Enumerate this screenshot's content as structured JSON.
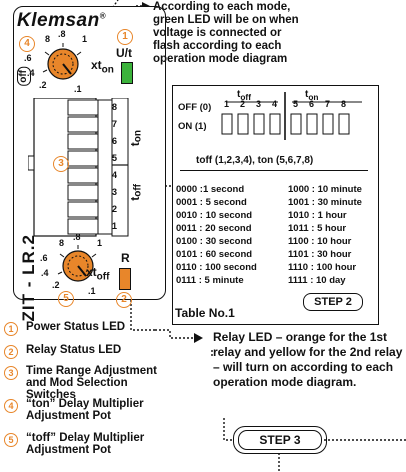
{
  "device": {
    "brand": "Klemsan",
    "trademark": "®",
    "model": "ZIT - LR.2",
    "top_knob": {
      "scale": [
        "8",
        "1",
        ".8",
        ".6",
        ".4",
        ".2",
        ".1"
      ],
      "label": "xt",
      "sub": "on",
      "num": "4"
    },
    "bottom_knob": {
      "scale": [
        "8",
        "1",
        ".8",
        ".6",
        ".4",
        ".2",
        ".1"
      ],
      "label": "xt",
      "sub": "off",
      "num": "5"
    },
    "off_label": "off",
    "on_label": "on",
    "power_led_label": "U/t",
    "power_led_num": "1",
    "relay_led_label": "R",
    "relay_led_num": "2",
    "dip_num": "3",
    "dip_numbers": [
      "8",
      "7",
      "6",
      "5",
      "4",
      "3",
      "2",
      "1"
    ],
    "t_on": "t",
    "t_on_sub": "on",
    "t_off": "t",
    "t_off_sub": "off"
  },
  "power_callout": "According to each mode, green LED will be on when voltage is connected or flash according to each operation mode diagram",
  "relay_callout": "Relay LED – orange for the 1st relay and yellow for the 2nd relay – will turn on according to each operation mode diagram.",
  "legend": [
    {
      "num": "1",
      "text": "Power Status LED"
    },
    {
      "num": "2",
      "text": "Relay Status LED"
    },
    {
      "num": "3",
      "text": "Time Range Adjustment and Mod Selection Switches"
    },
    {
      "num": "4",
      "text": "“ton” Delay Multiplier Adjustment Pot"
    },
    {
      "num": "5",
      "text": "“toff” Delay Multiplier Adjustment Pot"
    }
  ],
  "table": {
    "toff_head": "t",
    "toff_sub": "off",
    "ton_head": "t",
    "ton_sub": "on",
    "off_row": "OFF (0)",
    "on_row": "ON (1)",
    "switch_numbers": [
      "1",
      "2",
      "3",
      "4",
      "5",
      "6",
      "7",
      "8"
    ],
    "switch_groups": "toff (1,2,3,4), ton (5,6,7,8)",
    "codes_left": [
      {
        "code": "0000",
        "value": ":1 second"
      },
      {
        "code": "0001",
        "value": ": 5 second"
      },
      {
        "code": "0010",
        "value": ": 10 second"
      },
      {
        "code": "0011",
        "value": ": 20 second"
      },
      {
        "code": "0100",
        "value": ": 30 second"
      },
      {
        "code": "0101",
        "value": ": 60 second"
      },
      {
        "code": "0110",
        "value": ": 100 second"
      },
      {
        "code": "0111",
        "value": ": 5 minute"
      }
    ],
    "codes_right": [
      {
        "code": "1000",
        "value": ": 10 minute"
      },
      {
        "code": "1001",
        "value": ": 30 minute"
      },
      {
        "code": "1010",
        "value": ": 1 hour"
      },
      {
        "code": "1011",
        "value": ": 5 hour"
      },
      {
        "code": "1100",
        "value": ": 10 hour"
      },
      {
        "code": "1101",
        "value": ": 30 hour"
      },
      {
        "code": "1110",
        "value": ": 100 hour"
      },
      {
        "code": "1111",
        "value": ": 10 day"
      }
    ],
    "step2": "STEP 2",
    "caption": "Table No.1"
  },
  "step3": "STEP 3",
  "colors": {
    "orange": "#e8862a",
    "green": "#3bb23b"
  }
}
